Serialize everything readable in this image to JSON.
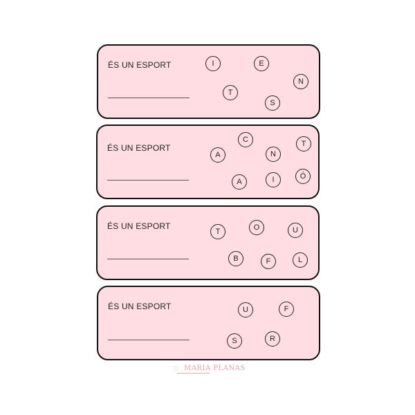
{
  "cards": [
    {
      "label": "ÉS UN ESPORT",
      "letters": [
        "I",
        "E",
        "N",
        "T",
        "S"
      ]
    },
    {
      "label": "ÉS UN ESPORT",
      "letters": [
        "C",
        "T",
        "A",
        "N",
        "A",
        "I",
        "Ó"
      ]
    },
    {
      "label": "ÉS UN ESPORT",
      "letters": [
        "O",
        "T",
        "U",
        "B",
        "F",
        "L"
      ]
    },
    {
      "label": "ÉS UN ESPORT",
      "letters": [
        "U",
        "F",
        "S",
        "R"
      ]
    }
  ],
  "footer": {
    "brand": "MARIA PLANAS",
    "brand_color": "#e9a1a7"
  },
  "colors": {
    "card_fill": "#ffdde2",
    "card_border": "#111111"
  }
}
